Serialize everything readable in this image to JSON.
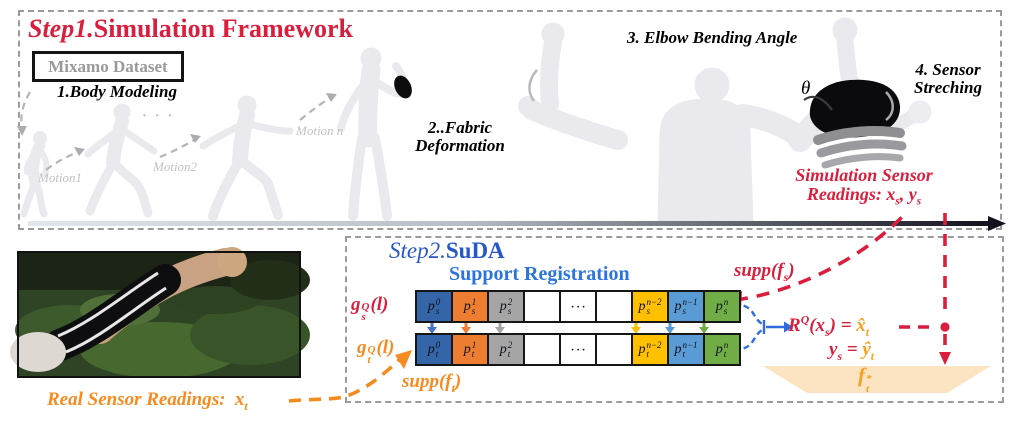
{
  "colors": {
    "accent_red": "#d91f3d",
    "accent_orange": "#f78b1f",
    "accent_gold": "#f5a11f",
    "step2_blue": "#2757c9",
    "registration_blue": "#2b74dd",
    "box_dark_blue": "#3465a8",
    "box_orange": "#ed7d31",
    "box_gray": "#a5a5a5",
    "box_gold": "#ffc000",
    "box_light_blue": "#5b9bd5",
    "box_green": "#70ad47",
    "trapezoid_fill": "#fce4c2",
    "dashed_border_gray": "#9b9b9b",
    "motion_text_gray": "#c2c2c6"
  },
  "step1": {
    "prefix": "Step1.",
    "title": "Simulation Framework",
    "dataset_label": "Mixamo Dataset",
    "stage1": "1.Body Modeling",
    "stage2_line1": "2..Fabric",
    "stage2_line2": "Deformation",
    "stage3": "3. Elbow Bending Angle",
    "stage4_line1": "4. Sensor",
    "stage4_line2": "Streching",
    "theta": "θ",
    "motion1": "Motion1",
    "motion2": "Motion2",
    "motion_n": "Motion n",
    "ellipsis": "· · ·",
    "sim_line1": "Simulation Sensor",
    "sim_line2": {
      "label": "Readings:",
      "x_base": "x",
      "x_sub": "s",
      "comma": ", ",
      "y_base": "y",
      "y_sub": "s"
    }
  },
  "step2": {
    "prefix": "Step2.",
    "title": "SuDA",
    "registration_title": "Support Registration",
    "g_s": {
      "base": "g",
      "sup": "Q",
      "sub": "s",
      "post": "(l)"
    },
    "g_t": {
      "base": "g",
      "sup": "Q",
      "sub": "t",
      "post": "(l)"
    },
    "row_s_cells": [
      {
        "base": "p",
        "sup": "0",
        "sub": "s",
        "color": "#3465a8"
      },
      {
        "base": "p",
        "sup": "1",
        "sub": "s",
        "color": "#ed7d31"
      },
      {
        "base": "p",
        "sup": "2",
        "sub": "s",
        "color": "#a5a5a5"
      },
      {
        "base": "",
        "color": "#ffffff"
      },
      {
        "base": "· · ·",
        "color": "#ffffff"
      },
      {
        "base": "",
        "color": "#ffffff"
      },
      {
        "base": "p",
        "sup": "n−2",
        "sub": "s",
        "color": "#ffc000"
      },
      {
        "base": "p",
        "sup": "n−1",
        "sub": "s",
        "color": "#5b9bd5"
      },
      {
        "base": "p",
        "sup": "n",
        "sub": "s",
        "color": "#70ad47"
      }
    ],
    "row_t_cells": [
      {
        "base": "p",
        "sup": "0",
        "sub": "t",
        "color": "#3465a8"
      },
      {
        "base": "p",
        "sup": "1",
        "sub": "t",
        "color": "#ed7d31"
      },
      {
        "base": "p",
        "sup": "2",
        "sub": "t",
        "color": "#a5a5a5"
      },
      {
        "base": "",
        "color": "#ffffff"
      },
      {
        "base": "· · ·",
        "color": "#ffffff"
      },
      {
        "base": "",
        "color": "#ffffff"
      },
      {
        "base": "p",
        "sup": "n−2",
        "sub": "t",
        "color": "#ffc000"
      },
      {
        "base": "p",
        "sup": "n−1",
        "sub": "t",
        "color": "#5b9bd5"
      },
      {
        "base": "p",
        "sup": "n",
        "sub": "t",
        "color": "#70ad47"
      }
    ],
    "supp_fs": {
      "pre": "supp(f",
      "sub": "s",
      "post": ")"
    },
    "supp_ft": {
      "pre": "supp(f",
      "sub": "t",
      "post": ")"
    },
    "real_readings": {
      "label": "Real Sensor Readings:",
      "x_base": "x",
      "x_sub": "t"
    },
    "eq1": {
      "r_base": "R",
      "r_sup": "Q",
      "r_mid": "(x",
      "r_sub": "s",
      "r_close": ")",
      "equals": "=",
      "rhs_base": "x̂",
      "rhs_sub": "t"
    },
    "eq2": {
      "lhs_base": "y",
      "lhs_sub": "s",
      "equals": "=",
      "rhs_base": "ŷ",
      "rhs_sub": "t"
    },
    "f_star": {
      "base": "f",
      "sup": "*",
      "sub": "t"
    }
  }
}
